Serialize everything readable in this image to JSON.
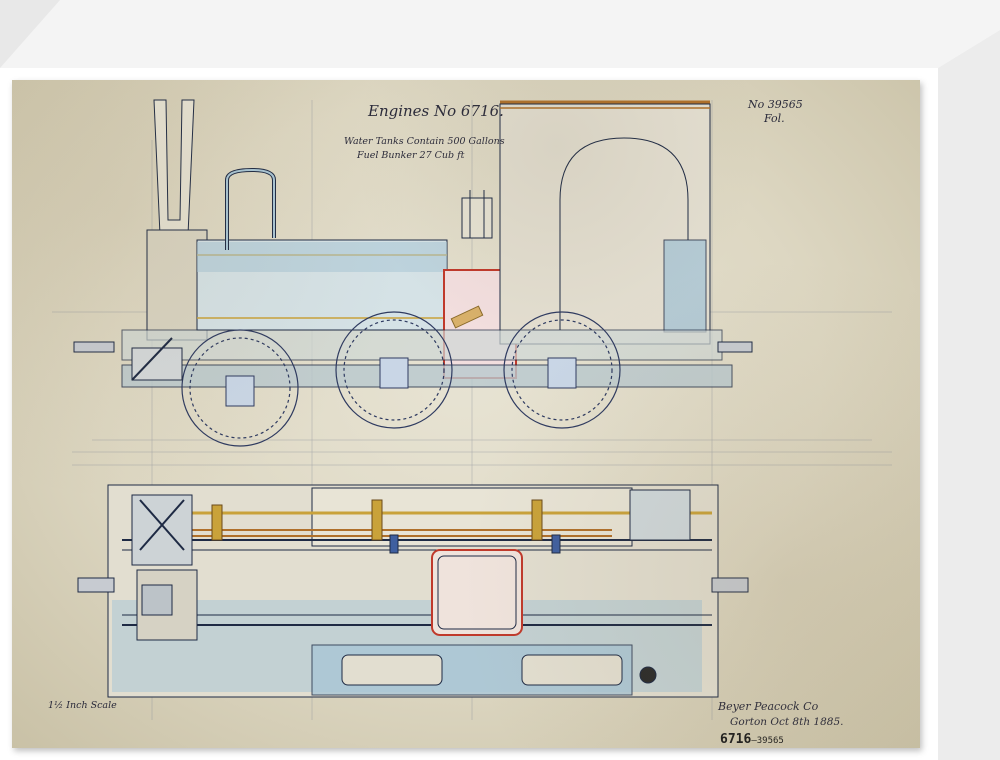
{
  "drawing": {
    "title": "Engines No 6716.",
    "ref_number": "No 39565",
    "ref_sub": "Fol.",
    "water_note": "Water Tanks Contain 500 Gallons",
    "fire_note": "Fuel Bunker 27 Cub ft",
    "scale_note": "1½ Inch Scale",
    "maker": "Beyer Peacock Co",
    "date": "Gorton Oct 8th 1885.",
    "stamp_code": "6716",
    "stamp_number": "39565"
  },
  "colors": {
    "paper": "#ddd7c2",
    "ink": "#2a2a3a",
    "wash_blue": "#a9c6d6",
    "wash_red": "#c0392b",
    "brass": "#b0702a"
  }
}
